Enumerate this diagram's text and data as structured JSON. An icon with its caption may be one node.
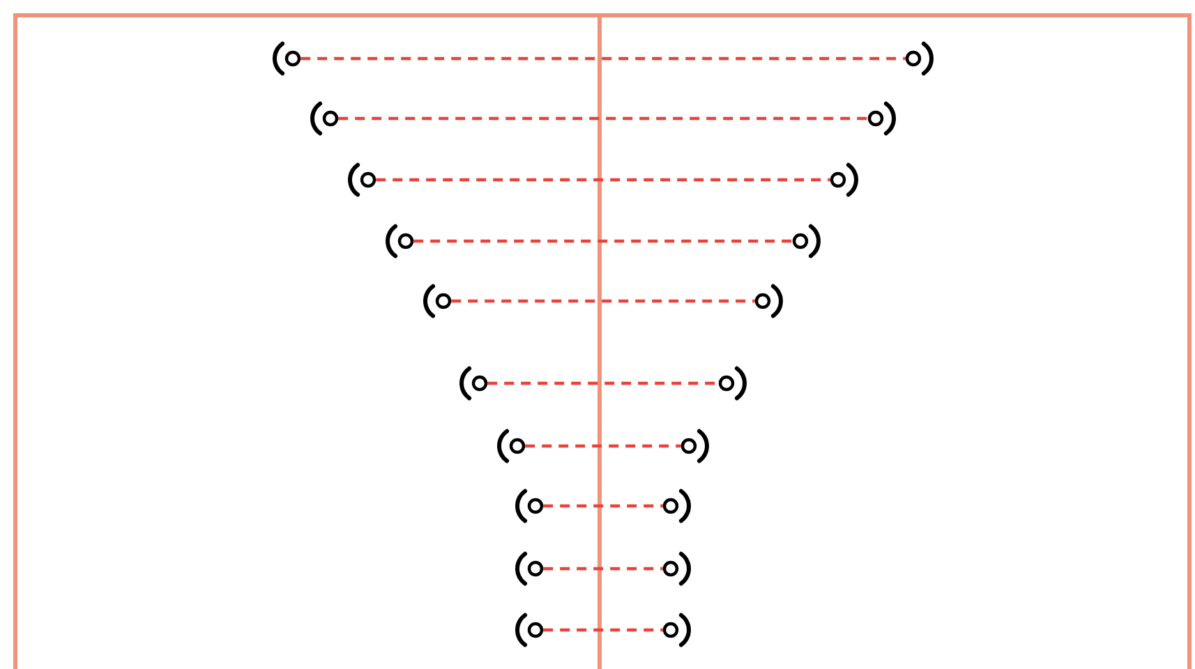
{
  "diagram": {
    "nodes": [
      {
        "text": [],
        "shape": "circle"
      },
      {
        "text": [],
        "shape": "circle"
      },
      {
        "text": [],
        "shape": "circle"
      },
      {
        "text": [],
        "shape": "circle"
      },
      {
        "text": [],
        "shape": "circle"
      },
      {
        "text": [],
        "shape": "circle"
      },
      {
        "text": [],
        "shape": "circle"
      },
      {
        "text": [],
        "shape": "circle"
      },
      {
        "text": [],
        "shape": "circle"
      },
      {
        "text": [],
        "shape": "circle"
      },
      {
        "text": [],
        "shape": "circle"
      },
      {
        "text": [],
        "shape": "circle"
      },
      {
        "text": [],
        "shape": "circle"
      },
      {
        "text": [],
        "shape": "circle"
      },
      {
        "text": [],
        "shape": "circle"
      },
      {
        "text": [],
        "shape": "circle"
      },
      {
        "text": [],
        "shape": "circle"
      },
      {
        "text": [],
        "shape": "circle"
      },
      {
        "text": [],
        "shape": "circle"
      },
      {
        "text": [],
        "shape": "circle"
      }
    ],
    "edges": [
      {
        "from": 0,
        "to": 1,
        "arrow": "none",
        "style": "dashed",
        "color": "#e8433a"
      },
      {
        "from": 2,
        "to": 3,
        "arrow": "none",
        "style": "dashed",
        "color": "#e8433a"
      },
      {
        "from": 4,
        "to": 5,
        "arrow": "none",
        "style": "dashed",
        "color": "#e8433a"
      },
      {
        "from": 6,
        "to": 7,
        "arrow": "none",
        "style": "dashed",
        "color": "#e8433a"
      },
      {
        "from": 8,
        "to": 9,
        "arrow": "none",
        "style": "dashed",
        "color": "#e8433a"
      },
      {
        "from": 10,
        "to": 11,
        "arrow": "none",
        "style": "dashed",
        "color": "#e8433a"
      },
      {
        "from": 12,
        "to": 13,
        "arrow": "none",
        "style": "dashed",
        "color": "#e8433a"
      },
      {
        "from": 14,
        "to": 15,
        "arrow": "none",
        "style": "dashed",
        "color": "#e8433a"
      },
      {
        "from": 16,
        "to": 17,
        "arrow": "none",
        "style": "dashed",
        "color": "#e8433a"
      },
      {
        "from": 18,
        "to": 19,
        "arrow": "none",
        "style": "dashed",
        "color": "#e8433a"
      }
    ]
  }
}
